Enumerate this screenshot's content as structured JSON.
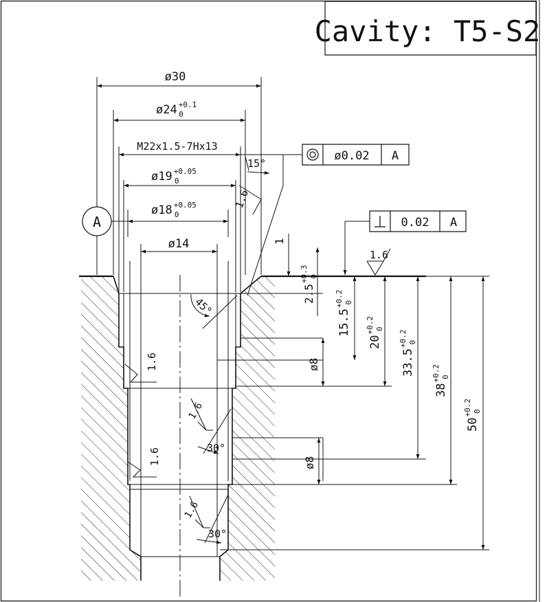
{
  "title_block": {
    "text": "Cavity: T5-S2"
  },
  "datum": {
    "label": "A"
  },
  "diameters": {
    "d30": "ø30",
    "d24": {
      "base": "ø24",
      "tol_upper": "+0.1",
      "tol_lower": "0"
    },
    "thread": "M22x1.5-7Hx13",
    "d19": {
      "base": "ø19",
      "tol_upper": "+0.05",
      "tol_lower": "0"
    },
    "d18": {
      "base": "ø18",
      "tol_upper": "+0.05",
      "tol_lower": "0"
    },
    "d14": "ø14",
    "port1": "ø8",
    "port2": "ø8"
  },
  "angles": {
    "chamfer_top": "15°",
    "cone_45": "45°",
    "cone_30_a": "30°",
    "cone_30_b": "30°"
  },
  "gdt": {
    "concentricity": {
      "symbol": "◎",
      "value": "ø0.02",
      "datum": "A"
    },
    "perpendicularity": {
      "symbol": "⊥",
      "value": "0.02",
      "datum": "A"
    }
  },
  "roughness": {
    "top_face": "1.6",
    "thread_flank": "1.6",
    "bore_1": "1.6",
    "cone_1": "1.6",
    "bore_2": "1.6",
    "cone_2": "1.6"
  },
  "depths": {
    "d1": {
      "base": "1"
    },
    "d2_5": {
      "base": "2.5",
      "tol_upper": "+0.3",
      "tol_lower": "0"
    },
    "d15_5": {
      "base": "15.5",
      "tol_upper": "+0.2",
      "tol_lower": "0"
    },
    "d20": {
      "base": "20",
      "tol_upper": "+0.2",
      "tol_lower": "0"
    },
    "d33_5": {
      "base": "33.5",
      "tol_upper": "+0.2",
      "tol_lower": "0"
    },
    "d38": {
      "base": "38",
      "tol_upper": "+0.2",
      "tol_lower": "0"
    },
    "d50": {
      "base": "50",
      "tol_upper": "+0.2",
      "tol_lower": "0"
    }
  }
}
